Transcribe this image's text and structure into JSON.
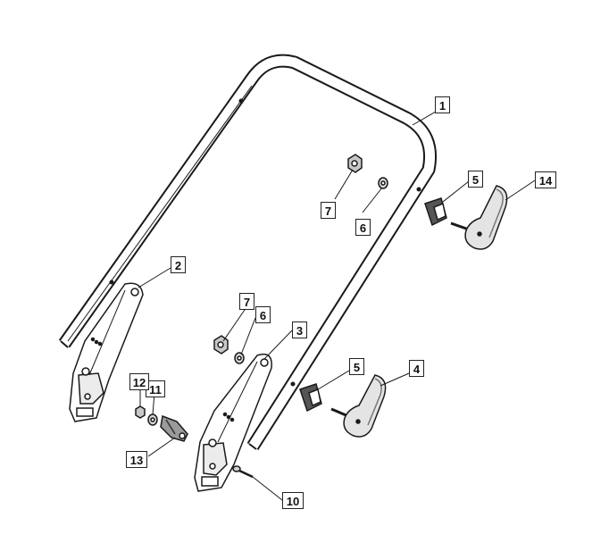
{
  "diagram": {
    "colors": {
      "line": "#1a1a1a",
      "part_fill": "#ffffff",
      "shade": "#9a9a9a",
      "dark": "#333333"
    },
    "parts": [
      {
        "id": "handle-upper",
        "callout": "1"
      },
      {
        "id": "bracket-left",
        "callout": "2"
      },
      {
        "id": "bracket-right",
        "callout": "3"
      },
      {
        "id": "knob-lower",
        "callout": "4"
      },
      {
        "id": "clamp-lower",
        "callout": "5"
      },
      {
        "id": "clamp-upper",
        "callout": "5"
      },
      {
        "id": "washer-upper",
        "callout": "6"
      },
      {
        "id": "washer-lower",
        "callout": "6"
      },
      {
        "id": "nut-upper",
        "callout": "7"
      },
      {
        "id": "nut-lower",
        "callout": "7"
      },
      {
        "id": "screw",
        "callout": "10"
      },
      {
        "id": "washer-small",
        "callout": "11"
      },
      {
        "id": "nut-small",
        "callout": "12"
      },
      {
        "id": "cable-guide",
        "callout": "13"
      },
      {
        "id": "knob-upper",
        "callout": "14"
      }
    ]
  }
}
